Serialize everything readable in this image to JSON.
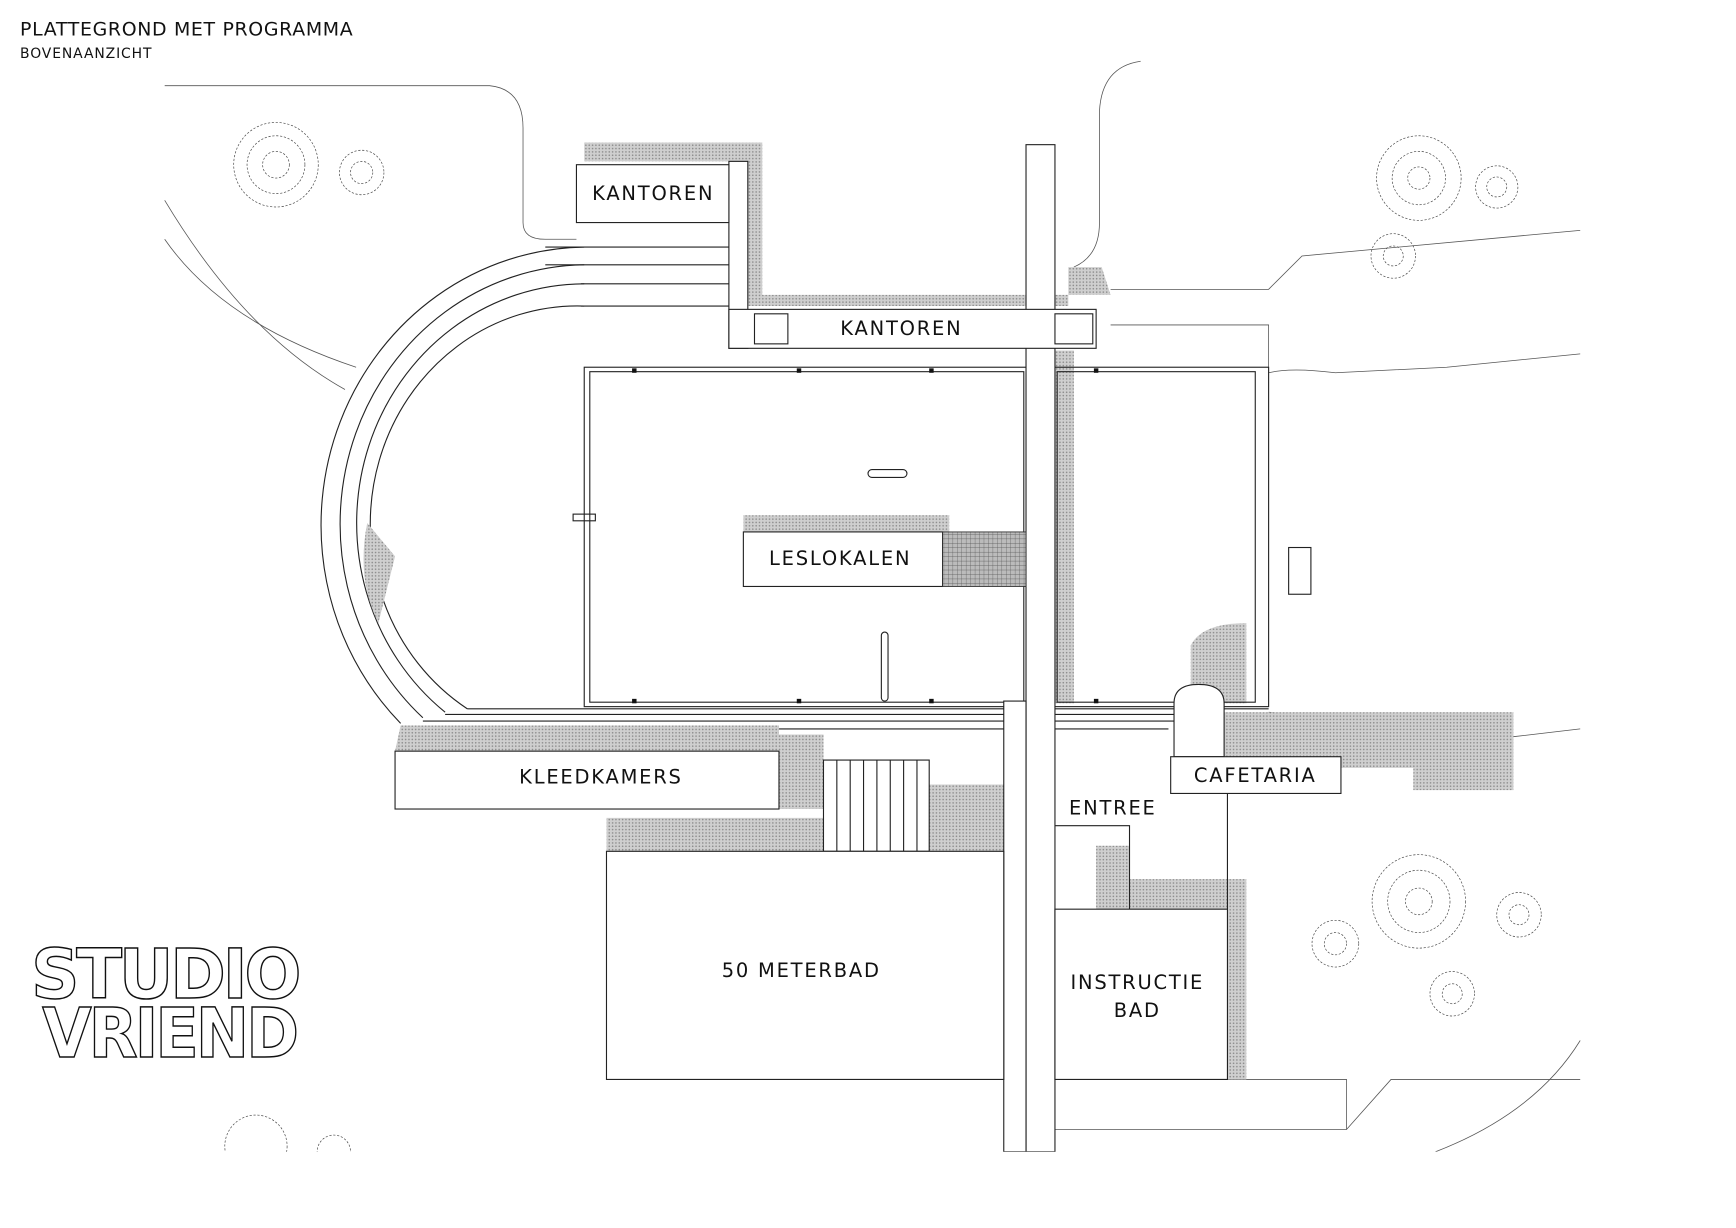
{
  "header": {
    "title": "PLATTEGROND MET PROGRAMMA",
    "subtitle": "BOVENAANZICHT"
  },
  "rooms": {
    "kantoren_top": "KANTOREN",
    "kantoren_bar": "KANTOREN",
    "leslokalen": "LESLOKALEN",
    "kleedkamers": "KLEEDKAMERS",
    "cafetaria": "CAFETARIA",
    "entree": "ENTREE",
    "meterbad": "50 METERBAD",
    "instructie_line1": "INSTRUCTIE",
    "instructie_line2": "BAD"
  },
  "logo": {
    "line1": "STUDIO",
    "line2": "VRIEND"
  },
  "colors": {
    "line": "#222222",
    "shade": "#bdbdbd",
    "background": "#ffffff"
  }
}
